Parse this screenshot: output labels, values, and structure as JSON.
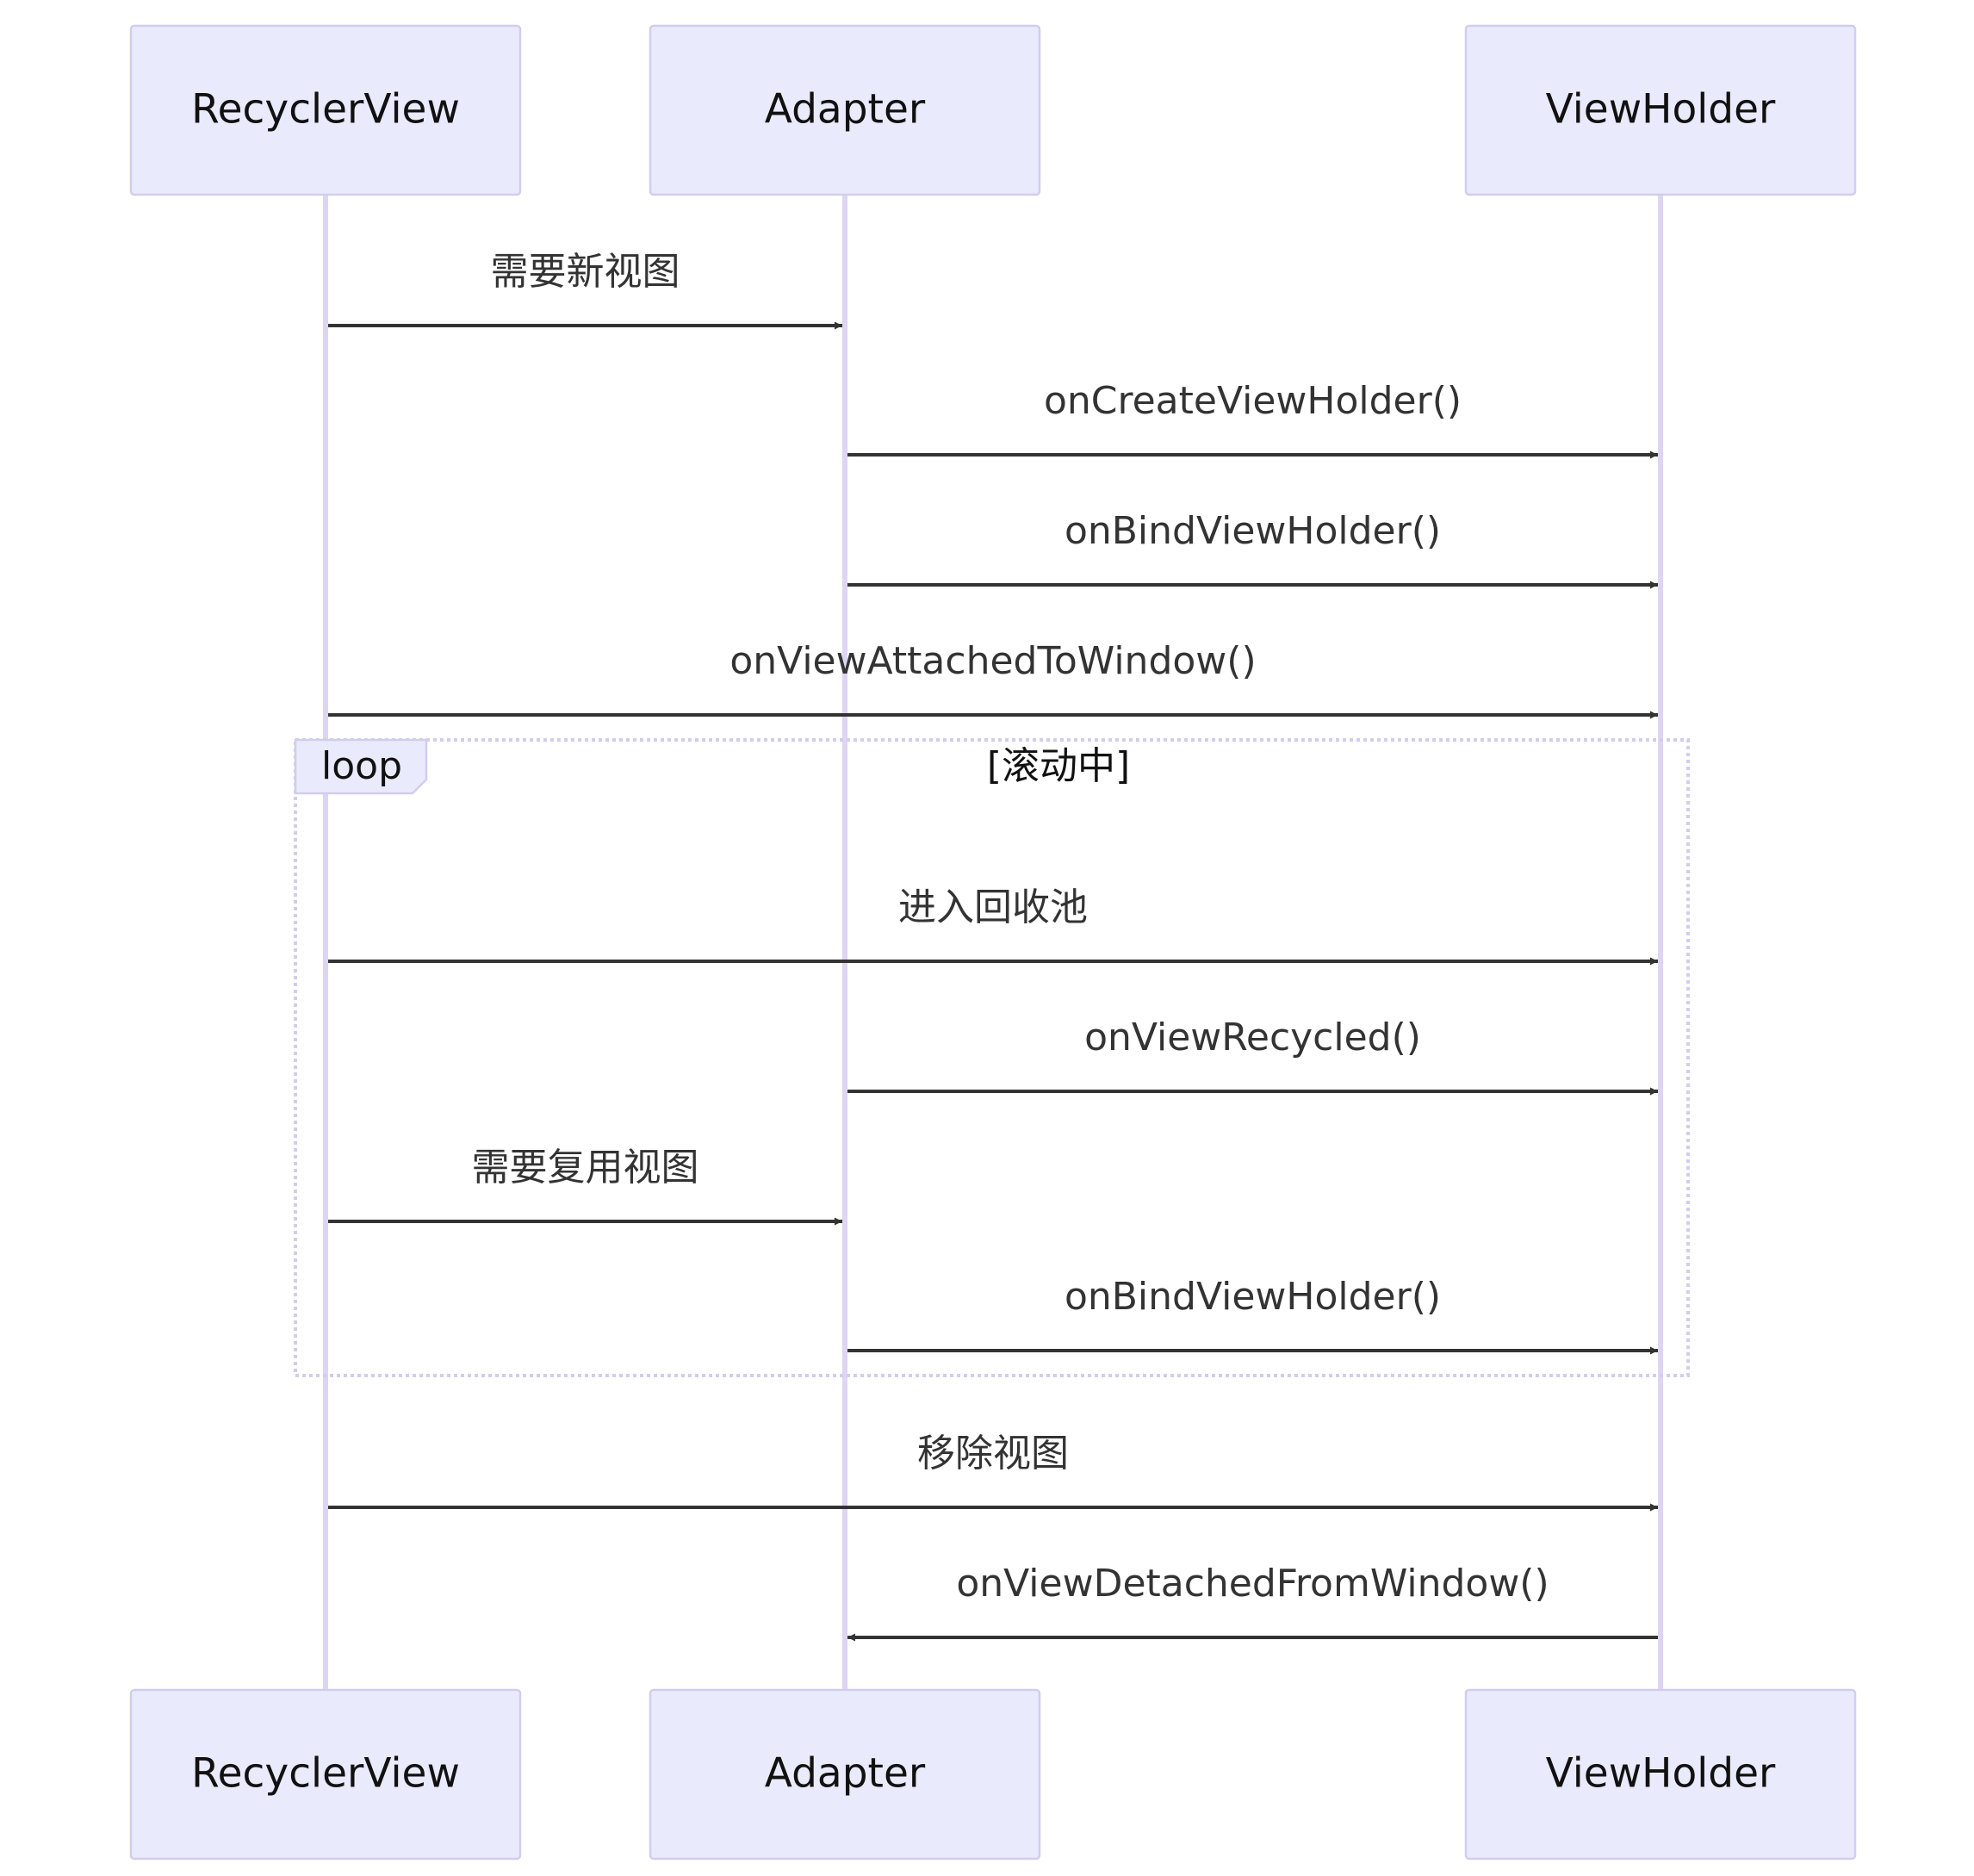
{
  "participants": [
    {
      "id": "rv",
      "label": "RecyclerView"
    },
    {
      "id": "ad",
      "label": "Adapter"
    },
    {
      "id": "vh",
      "label": "ViewHolder"
    }
  ],
  "messages": [
    {
      "from": "rv",
      "to": "ad",
      "label": "需要新视图"
    },
    {
      "from": "ad",
      "to": "vh",
      "label": "onCreateViewHolder()"
    },
    {
      "from": "ad",
      "to": "vh",
      "label": "onBindViewHolder()"
    },
    {
      "from": "rv",
      "to": "vh",
      "label": "onViewAttachedToWindow()"
    },
    {
      "from": "rv",
      "to": "vh",
      "label": "进入回收池"
    },
    {
      "from": "ad",
      "to": "vh",
      "label": "onViewRecycled()"
    },
    {
      "from": "rv",
      "to": "ad",
      "label": "需要复用视图"
    },
    {
      "from": "ad",
      "to": "vh",
      "label": "onBindViewHolder()"
    },
    {
      "from": "rv",
      "to": "vh",
      "label": "移除视图"
    },
    {
      "from": "vh",
      "to": "ad",
      "label": "onViewDetachedFromWindow()"
    }
  ],
  "loop": {
    "keyword": "loop",
    "condition": "[滚动中]",
    "first_message": 4,
    "last_message": 7
  },
  "colors": {
    "actor_fill": "#eaeafd",
    "actor_stroke": "#d2cdee",
    "lifeline": "#ddd5f3",
    "arrow": "#333333"
  }
}
